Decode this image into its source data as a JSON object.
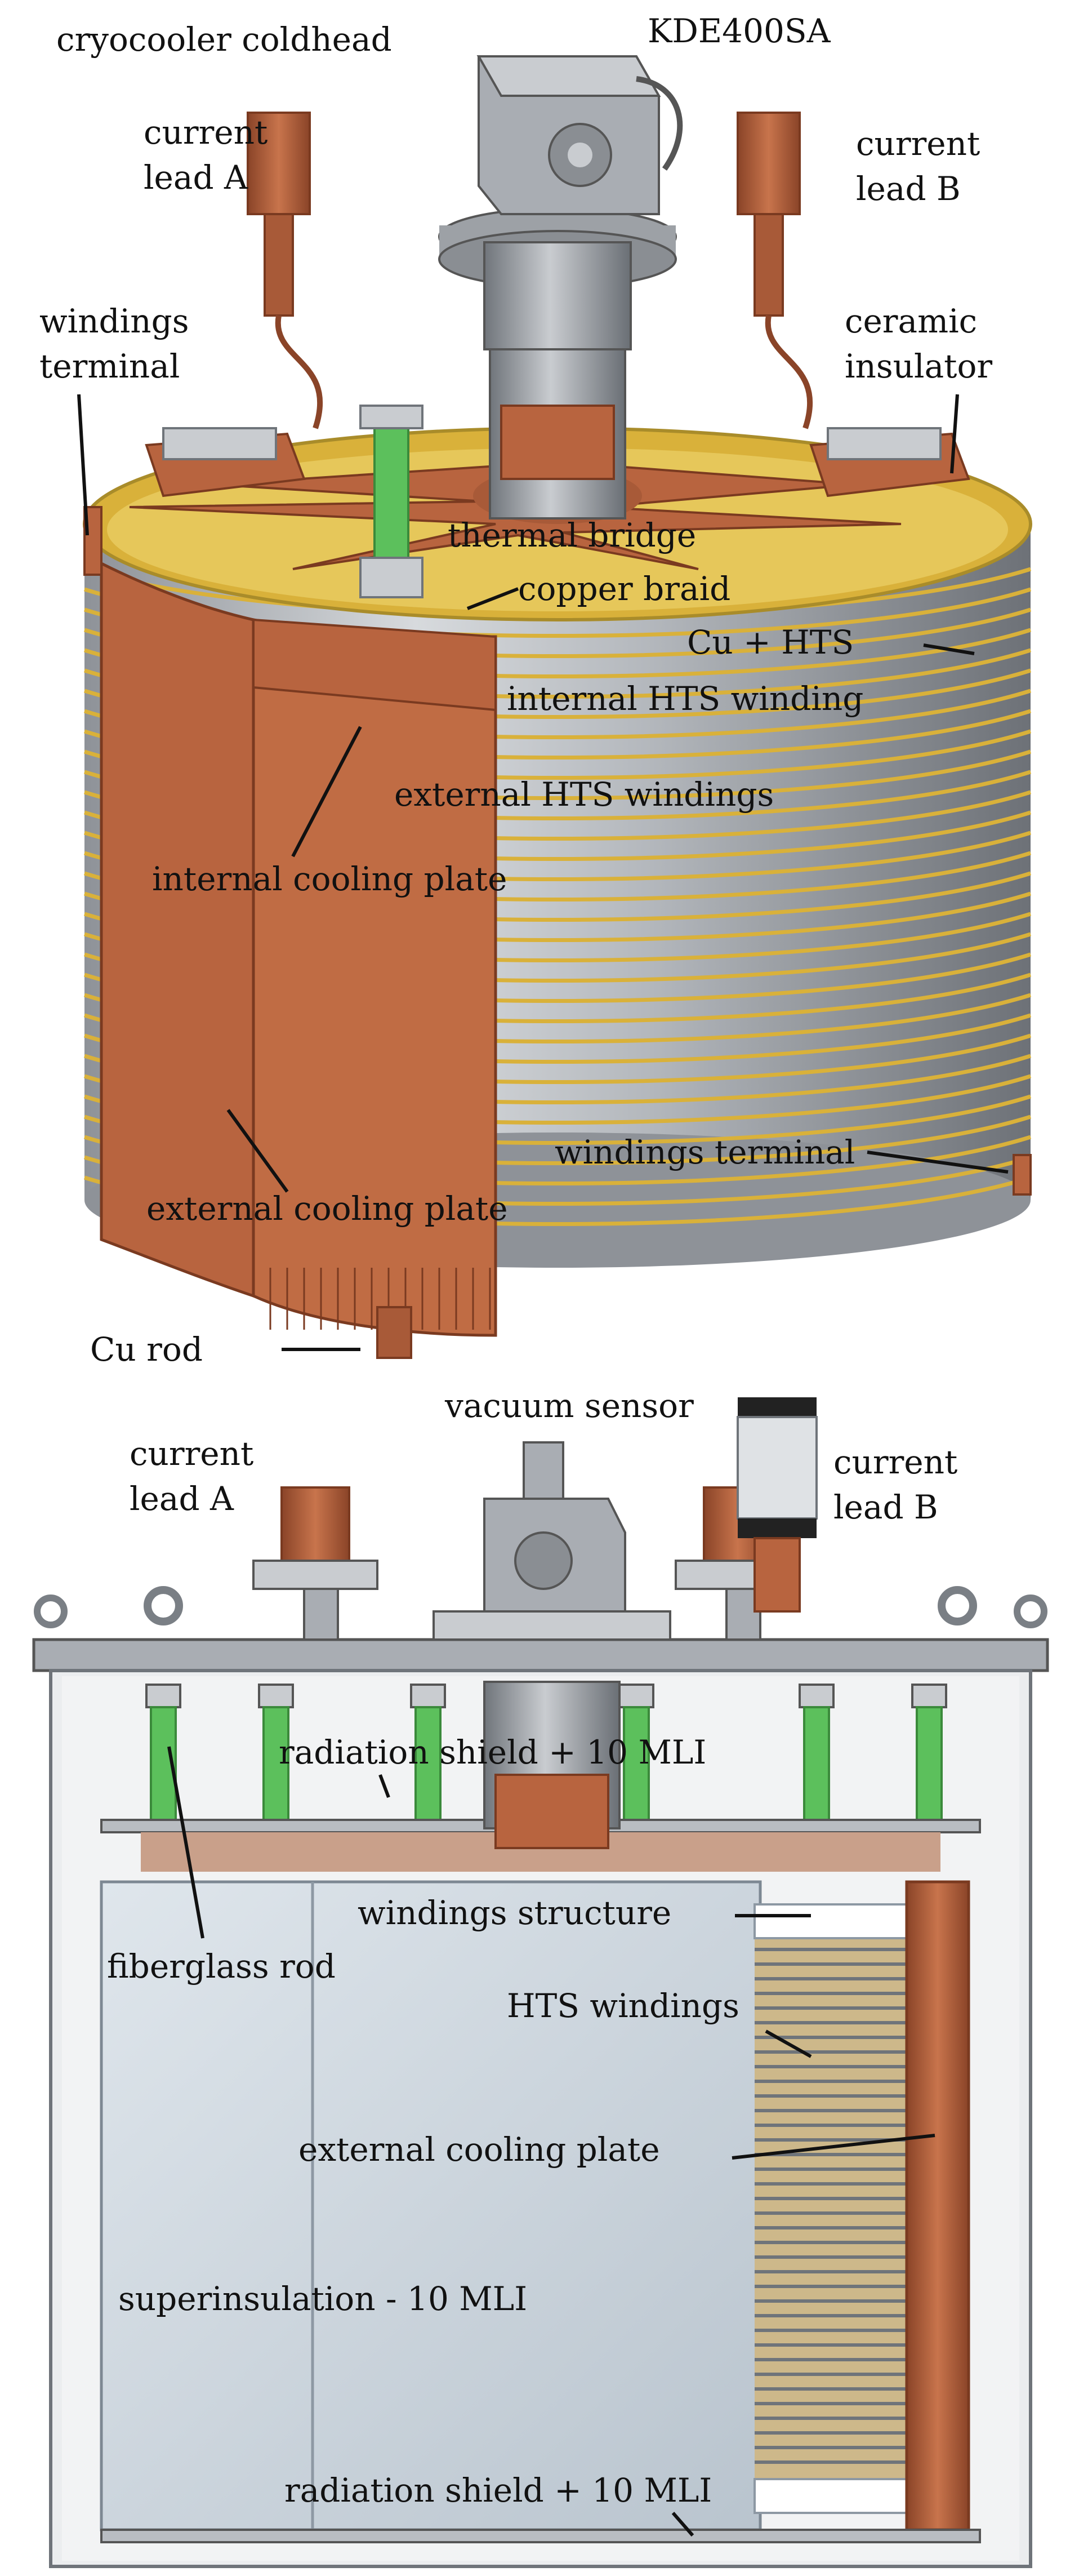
{
  "top_view": {
    "labels": {
      "cryocooler": "cryocooler coldhead",
      "model": "KDE400SA",
      "lead_a_1": "current",
      "lead_a_2": "lead A",
      "lead_b_1": "current",
      "lead_b_2": "lead B",
      "terminal_1": "windings",
      "terminal_2": "terminal",
      "ceramic_1": "ceramic",
      "ceramic_2": "insulator",
      "thermal_bridge": "thermal bridge",
      "copper_braid": "copper braid",
      "cu_hts": "Cu + HTS",
      "internal_winding": "internal HTS winding",
      "external_windings": "external HTS windings",
      "internal_plate": "internal cooling plate",
      "windings_terminal_right": "windings terminal",
      "external_plate": "external cooling plate",
      "cu_rod": "Cu rod"
    }
  },
  "bottom_view": {
    "labels": {
      "vacuum_sensor": "vacuum sensor",
      "lead_a_1": "current",
      "lead_a_2": "lead A",
      "lead_b_1": "current",
      "lead_b_2": "lead B",
      "shield_top": "radiation shield + 10 MLI",
      "windings_structure": "windings structure",
      "fiberglass": "fiberglass rod",
      "hts_windings": "HTS windings",
      "external_plate": "external cooling plate",
      "superinsulation": "superinsulation - 10 MLI",
      "shield_bottom": "radiation shield + 10 MLI"
    }
  },
  "colors": {
    "copper": "#b8643f",
    "copper_dark": "#8a4428",
    "steel": "#a9adb3",
    "steel_dark": "#6f747a",
    "gold": "#d9b13a",
    "fiberglass": "#5cc05c",
    "mli": "#c9d3dc"
  }
}
